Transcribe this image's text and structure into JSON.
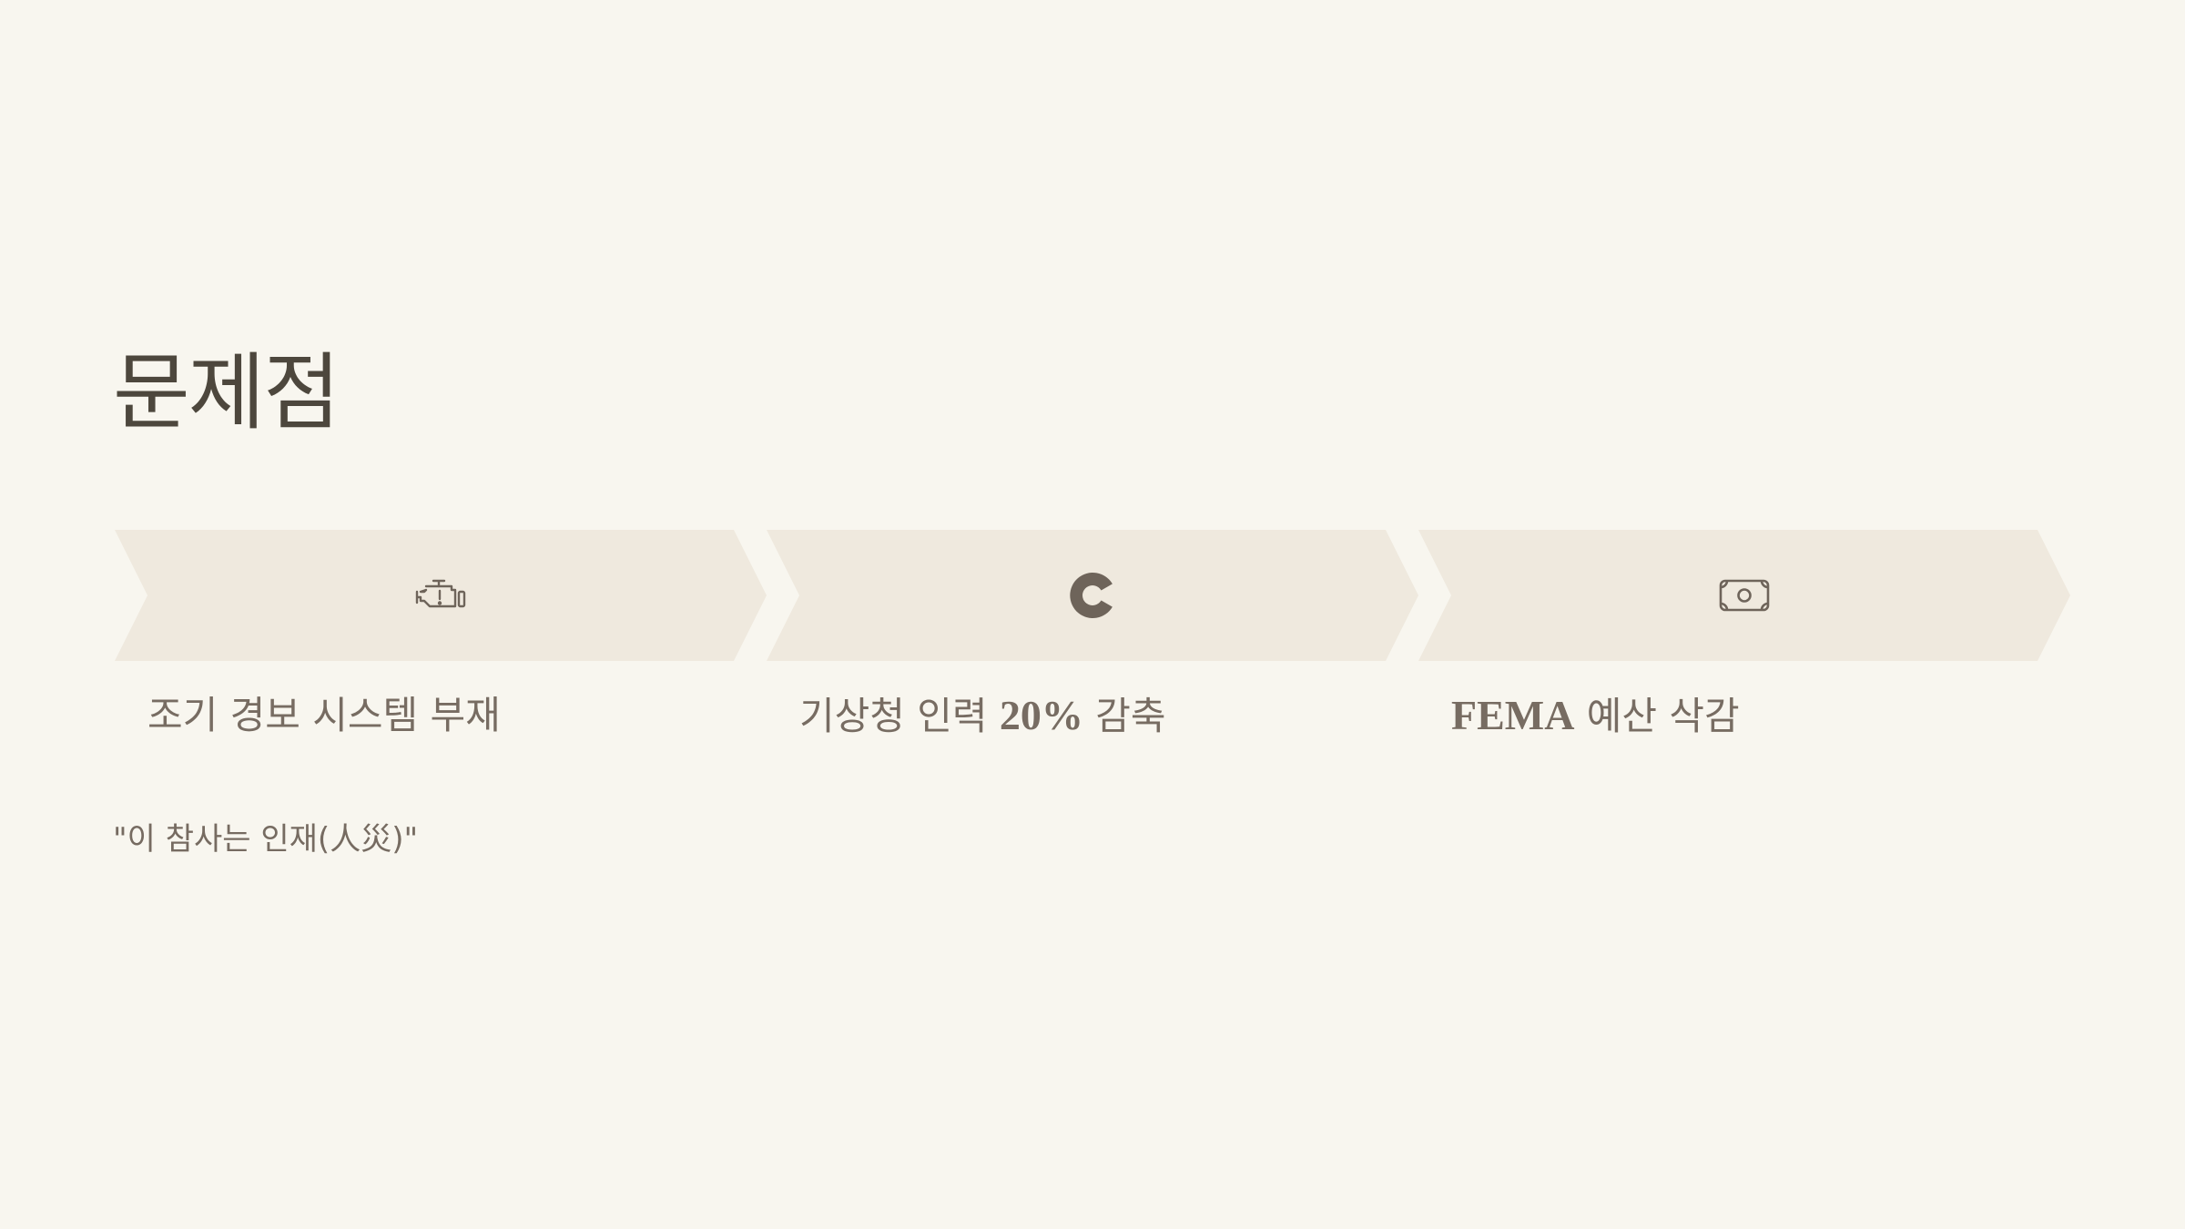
{
  "slide": {
    "title": "문제점",
    "steps": [
      {
        "icon": "engine-warning-icon",
        "label": "조기 경보 시스템 부재"
      },
      {
        "icon": "pie-slice-icon",
        "label_parts": [
          "기상청 인력 ",
          "20%",
          " 감축"
        ]
      },
      {
        "icon": "banknote-icon",
        "label_parts": [
          "FEMA",
          " 예산 삭감"
        ]
      }
    ],
    "quote": "\"이 참사는 인재(人災)\""
  },
  "colors": {
    "background": "#f8f6ef",
    "chevron_fill": "#efe9de",
    "icon": "#6e645a",
    "title": "#4d473d",
    "label": "#776c62"
  }
}
